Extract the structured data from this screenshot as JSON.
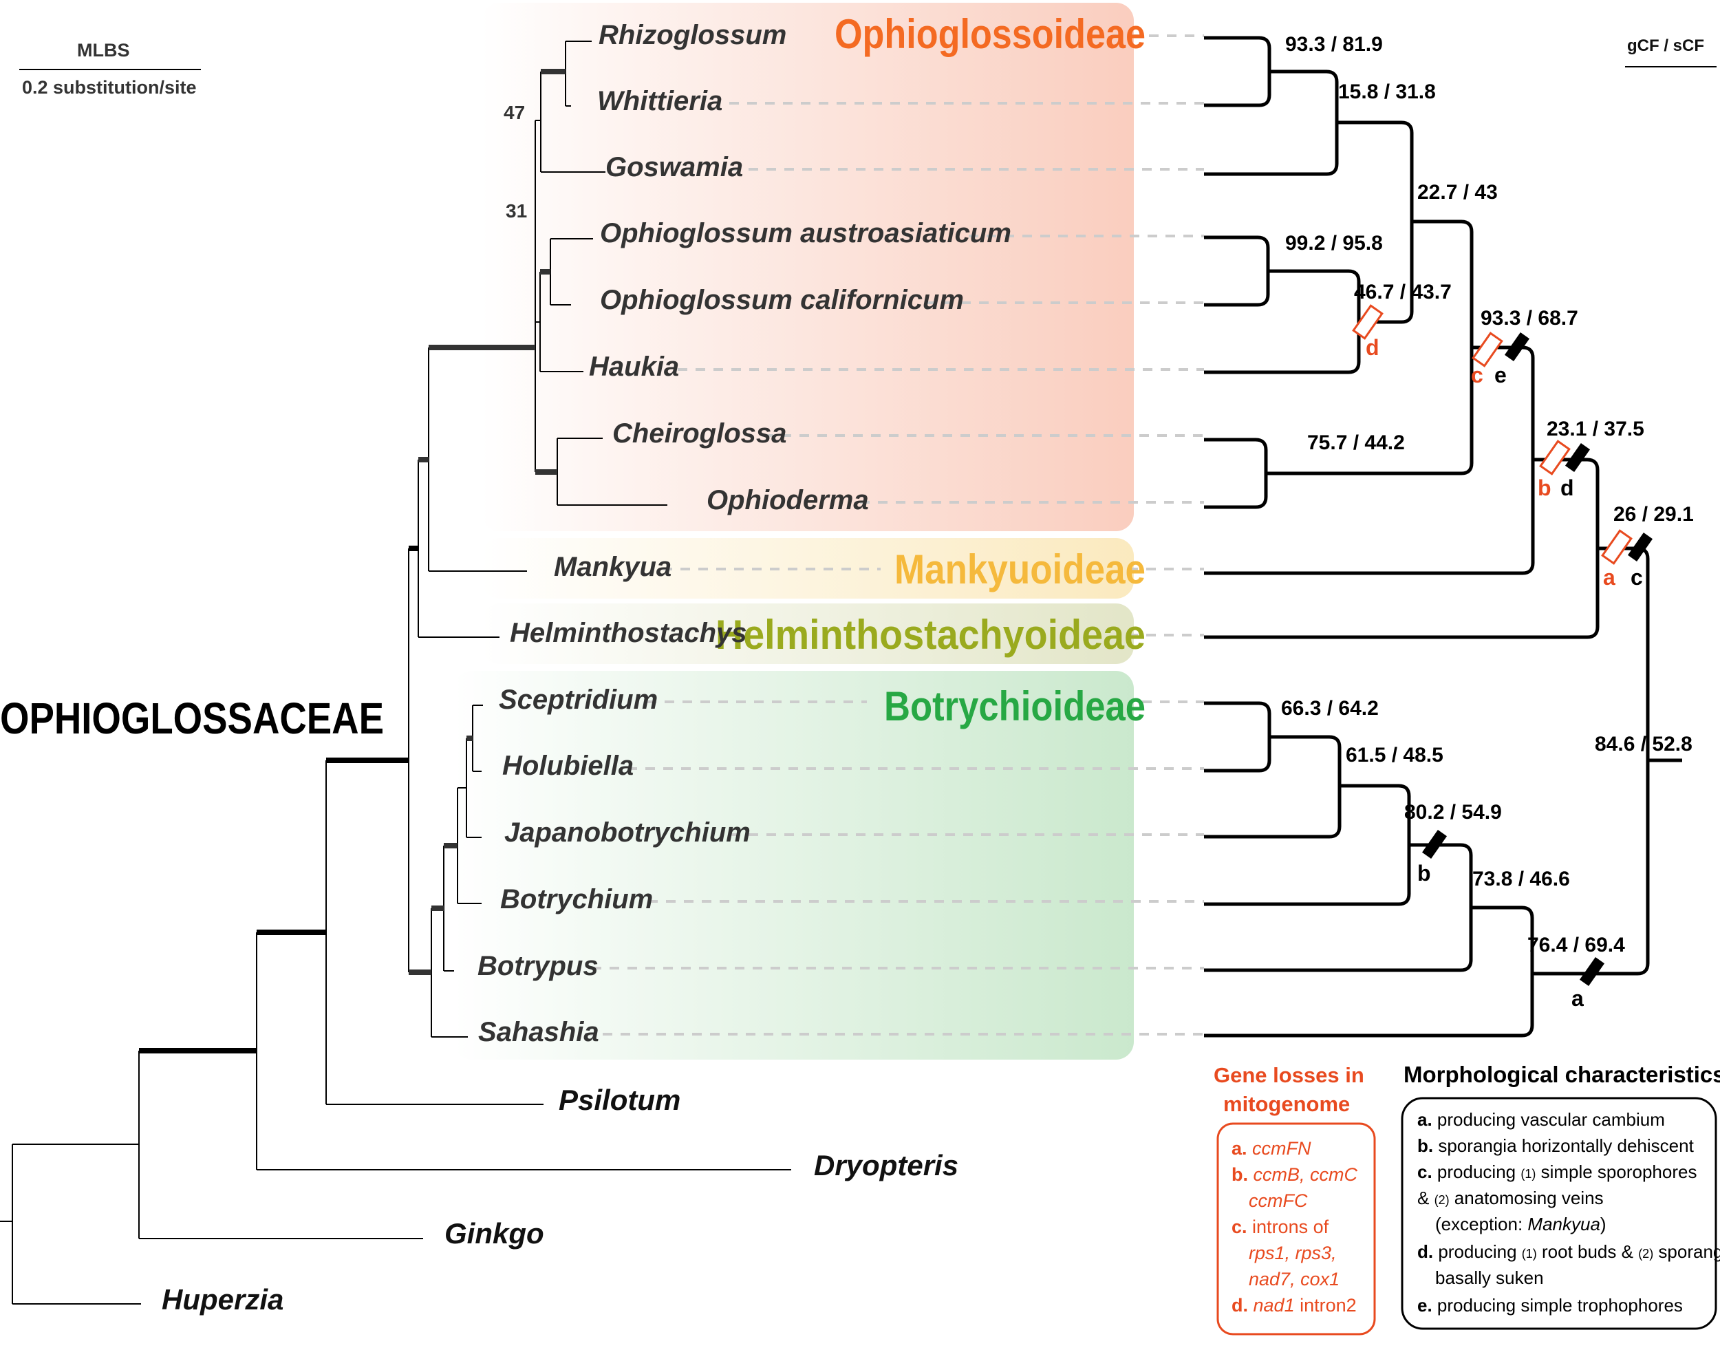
{
  "scale": {
    "mlbs_label": "MLBS",
    "unit_label": "0.2 substitution/site",
    "cf_label": "gCF / sCF"
  },
  "family_label": "OPHIOGLOSSACEAE",
  "subfamilies": [
    {
      "name": "Ophioglossoideae",
      "color": "#f46a22"
    },
    {
      "name": "Mankyuoideae",
      "color": "#f5b93c"
    },
    {
      "name": "Helminthostachyoideae",
      "color": "#9aaa1e"
    },
    {
      "name": "Botrychioideae",
      "color": "#27a844"
    }
  ],
  "taxa": [
    "Rhizoglossum",
    "Whittieria",
    "Goswamia",
    "Ophioglossum austroasiaticum",
    "Ophioglossum californicum",
    "Haukia",
    "Cheiroglossa",
    "Ophioderma",
    "Mankyua",
    "Helminthostachys",
    "Sceptridium",
    "Holubiella",
    "Japanobotrychium",
    "Botrychium",
    "Botrypus",
    "Sahashia"
  ],
  "outgroups": [
    "Psilotum",
    "Dryopteris",
    "Ginkgo",
    "Huperzia"
  ],
  "mlbs_values": [
    "47",
    "31"
  ],
  "concordance": [
    "93.3 / 81.9",
    "15.8 / 31.8",
    "22.7 / 43",
    "99.2 / 95.8",
    "46.7 / 43.7",
    "93.3 / 68.7",
    "75.7 / 44.2",
    "23.1 / 37.5",
    "26 / 29.1",
    "66.3 / 64.2",
    "61.5 / 48.5",
    "80.2 / 54.9",
    "73.8 / 46.6",
    "76.4 / 69.4",
    "84.6 / 52.8"
  ],
  "events": {
    "gene_loss_labels": [
      "d",
      "c",
      "b",
      "a"
    ],
    "morph_labels": [
      "e",
      "d",
      "c",
      "b",
      "a"
    ]
  },
  "gene_losses": {
    "title_line1": "Gene losses in",
    "title_line2": "mitogenome",
    "items": [
      {
        "letter": "a.",
        "text": "ccmFN"
      },
      {
        "letter": "b.",
        "text": "ccmB, ccmC"
      },
      {
        "letter": "",
        "text": "ccmFC"
      },
      {
        "letter": "c.",
        "text": "introns of"
      },
      {
        "letter": "",
        "text": "rps1, rps3,"
      },
      {
        "letter": "",
        "text": "nad7, cox1"
      },
      {
        "letter": "d.",
        "text": "nad1",
        "suffix": " intron2"
      }
    ]
  },
  "morphology": {
    "title": "Morphological characteristics",
    "a": "producing vascular cambium",
    "b": "sporangia horizontally dehiscent",
    "c_pre": "producing ",
    "c_n1": "(1)",
    "c_post": " simple sporophores",
    "c2_pre": "& ",
    "c2_n2": "(2)",
    "c2_post": " anatomosing veins",
    "c3_pre": "(exception: ",
    "c3_taxon": "Mankyua",
    "c3_post": ")",
    "d_pre": "producing ",
    "d_n1": "(1)",
    "d_mid": " root buds & ",
    "d_n2": "(2)",
    "d_post": " sporangia",
    "d2": "basally suken",
    "e": "producing simple trophophores"
  },
  "colors": {
    "gene_loss": "#e84a1f",
    "branch": "#000000",
    "dotted": "#cccccc"
  }
}
